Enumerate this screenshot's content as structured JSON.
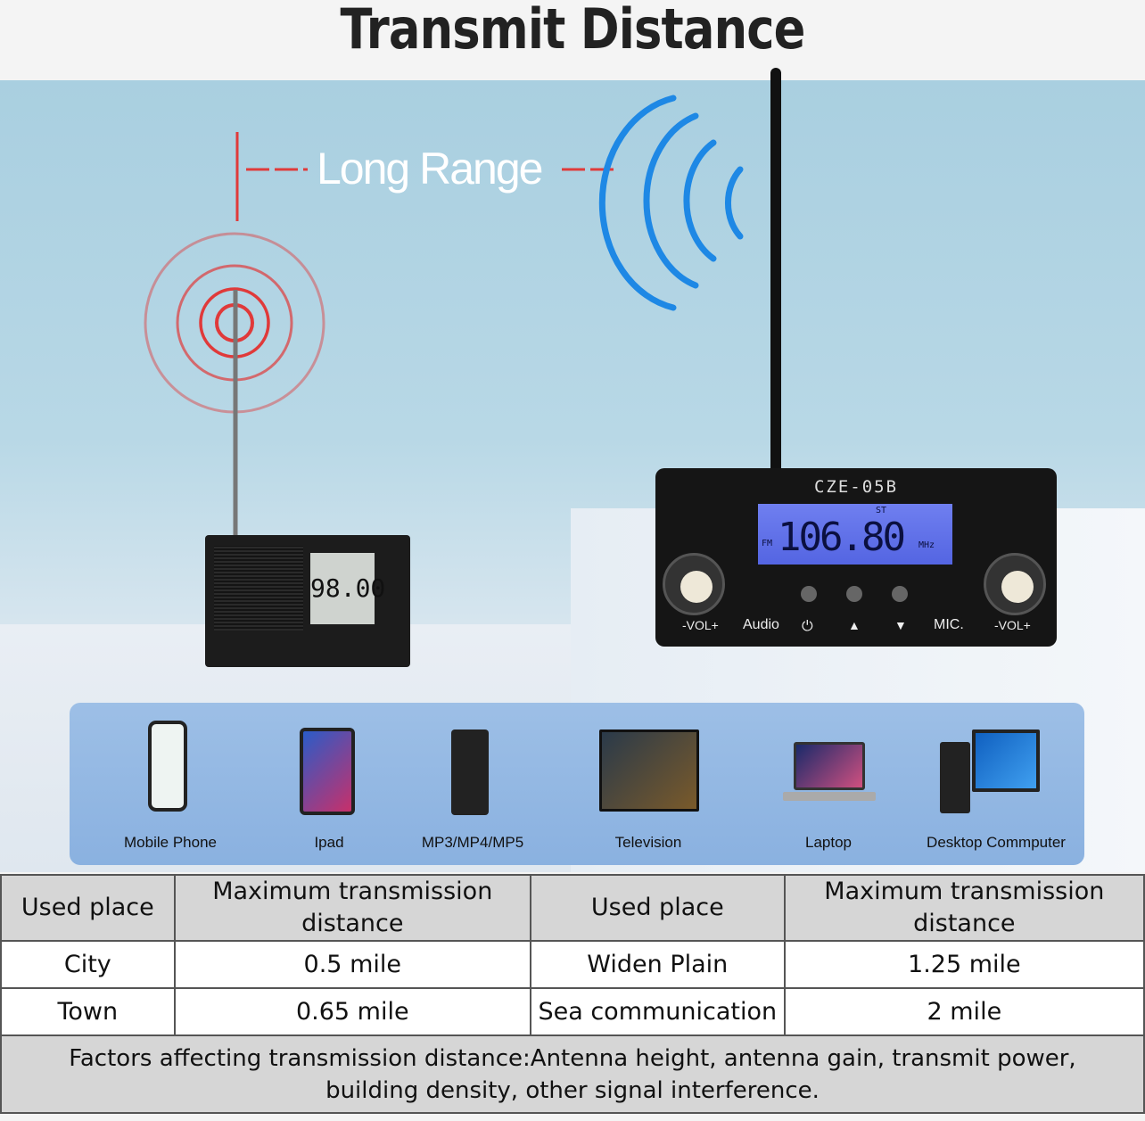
{
  "title": "Transmit Distance",
  "scene": {
    "range_label": "Long Range",
    "radio_display": "98.00",
    "transmitter": {
      "model": "CZE-05B",
      "frequency": "106.80",
      "band": "FM",
      "unit": "MHz",
      "stereo": "ST",
      "labels": {
        "vol_left": "-VOL+",
        "audio": "Audio",
        "power": "⏻",
        "up": "▲",
        "down": "▼",
        "mic": "MIC.",
        "vol_right": "-VOL+"
      }
    }
  },
  "devices": [
    {
      "label": "Mobile Phone"
    },
    {
      "label": "Ipad"
    },
    {
      "label": "MP3/MP4/MP5"
    },
    {
      "label": "Television"
    },
    {
      "label": "Laptop"
    },
    {
      "label": "Desktop Commputer"
    }
  ],
  "table": {
    "headers": [
      "Used place",
      "Maximum transmission distance",
      "Used place",
      "Maximum transmission distance"
    ],
    "rows": [
      [
        "City",
        "0.5 mile",
        "Widen Plain",
        "1.25 mile"
      ],
      [
        "Town",
        "0.65 mile",
        "Sea communication",
        "2 mile"
      ]
    ],
    "footer": "Factors affecting transmission distance:Antenna height, antenna gain, transmit power, building density, other signal interference."
  },
  "colors": {
    "signal_red": "#e03a3a",
    "signal_blue": "#1e88e5",
    "strip": "#8fb4e0"
  }
}
